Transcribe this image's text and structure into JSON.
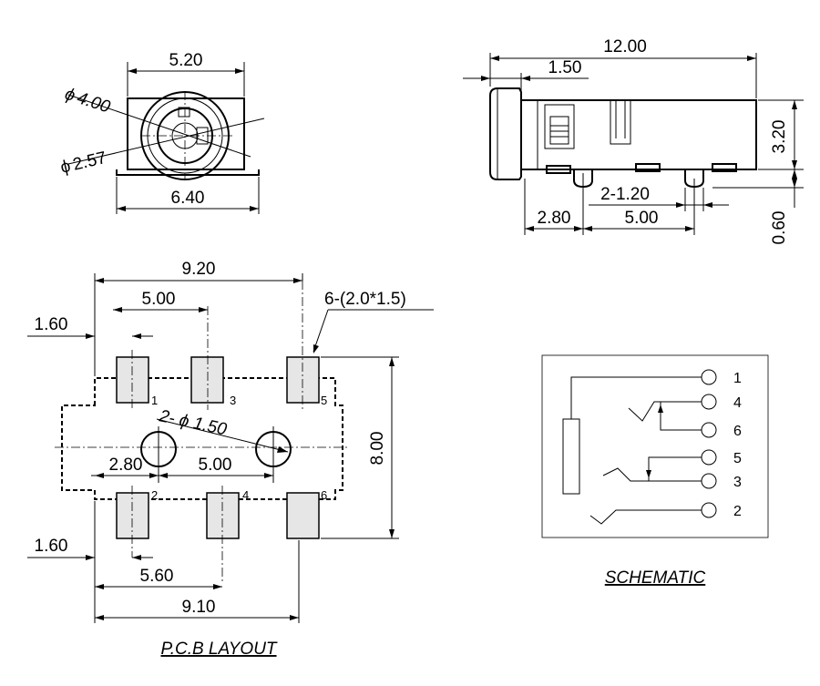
{
  "front_view": {
    "width_top": "5.20",
    "width_bottom": "6.40",
    "outer_diameter": "4.00",
    "inner_diameter": "2.57",
    "phi_symbol": "ϕ"
  },
  "side_view": {
    "length": "12.00",
    "front_offset": "1.50",
    "height": "3.20",
    "peg_label": "2-1.20",
    "peg_offset": "2.80",
    "peg_spacing": "5.00",
    "peg_height": "0.60"
  },
  "pcb_layout": {
    "overall_top": "9.20",
    "pad_pitch_top": "5.00",
    "pad_note": "6-(2.0*1.5)",
    "left_offset_top": "1.60",
    "hole_note": "2- ϕ 1.50",
    "hole_offset": "2.80",
    "hole_spacing": "5.00",
    "height": "8.00",
    "left_offset_bottom": "1.60",
    "pad_pitch_bottom": "5.60",
    "overall_bottom": "9.10",
    "pin_numbers": [
      "1",
      "3",
      "5",
      "2",
      "4",
      "6"
    ],
    "caption": "P.C.B LAYOUT"
  },
  "schematic": {
    "pins": [
      "1",
      "4",
      "6",
      "5",
      "3",
      "2"
    ],
    "caption": "SCHEMATIC"
  }
}
